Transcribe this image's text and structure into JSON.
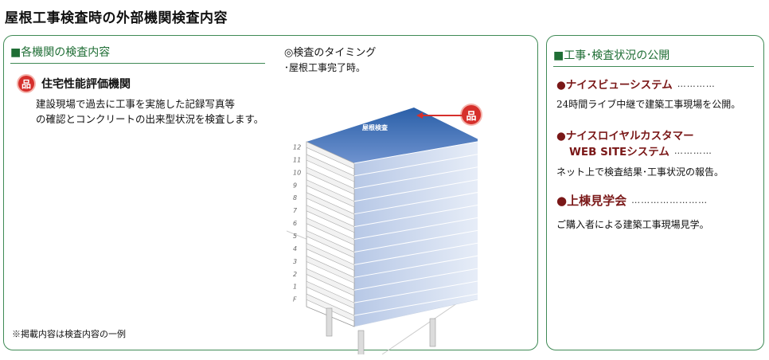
{
  "page_title": "屋根工事検査時の外部機関検査内容",
  "left_panel": {
    "heading": "■各機関の検査内容",
    "org_badge": "品",
    "org_name": "住宅性能評価機関",
    "org_desc_line1": "建設現場で過去に工事を実施した記録写真等",
    "org_desc_line2": "の確認とコンクリートの出来型状況を検査します。",
    "timing_heading": "◎検査のタイミング",
    "timing_text": "･屋根工事完了時。",
    "building_label": "屋根検査",
    "building_badge": "品",
    "floor_numbers": [
      "12",
      "11",
      "10",
      "9",
      "8",
      "7",
      "6",
      "5",
      "4",
      "3",
      "2",
      "1",
      "F"
    ],
    "footnote": "※掲載内容は検査内容の一例"
  },
  "right_panel": {
    "heading": "■工事･検査状況の公開",
    "items": [
      {
        "title": "●ナイスビューシステム",
        "leader": "…………",
        "desc": "24時間ライブ中継で建築工事現場を公開。"
      },
      {
        "title": "●ナイスロイヤルカスタマー",
        "title2": "WEB SITEシステム",
        "leader": "…………",
        "desc": "ネット上で検査結果･工事状況の報告。"
      },
      {
        "title": "●上棟見学会",
        "leader": "……………………",
        "desc": "ご購入者による建築工事現場見学。"
      }
    ]
  },
  "colors": {
    "green_border": "#3f8a55",
    "green_heading": "#1f6e35",
    "maroon": "#7a1818",
    "red_badge": "#d6302c",
    "building_blue": "#9fb8e0"
  }
}
